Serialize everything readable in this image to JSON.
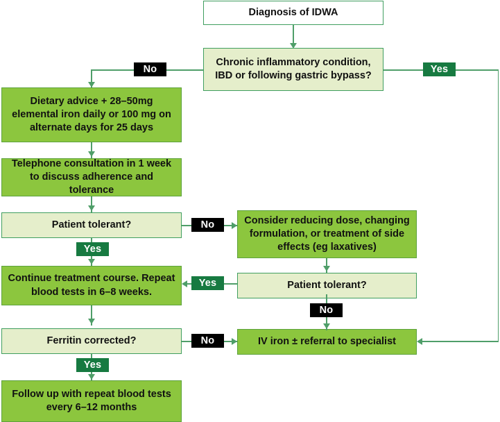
{
  "diagram": {
    "title": "Diagnosis of IDWA pathway",
    "colors": {
      "bright_green": "#8cc63e",
      "pale_green": "#e5eecb",
      "white": "#ffffff",
      "border_green": "#3f9e5f",
      "connector_green": "#4f9e69",
      "yes_badge": "#177a41",
      "no_badge": "#000000",
      "text": "#111111"
    },
    "nodes": {
      "start": "Diagnosis of IDWA",
      "decision_chronic": "Chronic inflammatory condition,\nIBD or following gastric bypass?",
      "dietary_advice": "Dietary advice + 28–50mg\nelemental iron daily or 100 mg on\nalternate days for 25 days",
      "telephone_consultation": "Telephone consultation in 1 week\nto discuss adherence and tolerance",
      "patient_tolerant_1": "Patient tolerant?",
      "consider_reducing": "Consider reducing dose, changing\nformulation, or treatment of side\neffects (eg laxatives)",
      "patient_tolerant_2": "Patient tolerant?",
      "continue_treatment": "Continue treatment course. Repeat\nblood tests in 6–8 weeks.",
      "ferritin_corrected": "Ferritin corrected?",
      "iv_iron": "IV iron ± referral to specialist",
      "follow_up": "Follow up with repeat blood tests\nevery 6–12 months"
    },
    "labels": {
      "no_chronic": "No",
      "yes_chronic": "Yes",
      "no_tolerant_1": "No",
      "yes_tolerant_1": "Yes",
      "yes_tolerant_2": "Yes",
      "no_tolerant_2": "No",
      "no_ferritin": "No",
      "yes_ferritin": "Yes"
    }
  }
}
